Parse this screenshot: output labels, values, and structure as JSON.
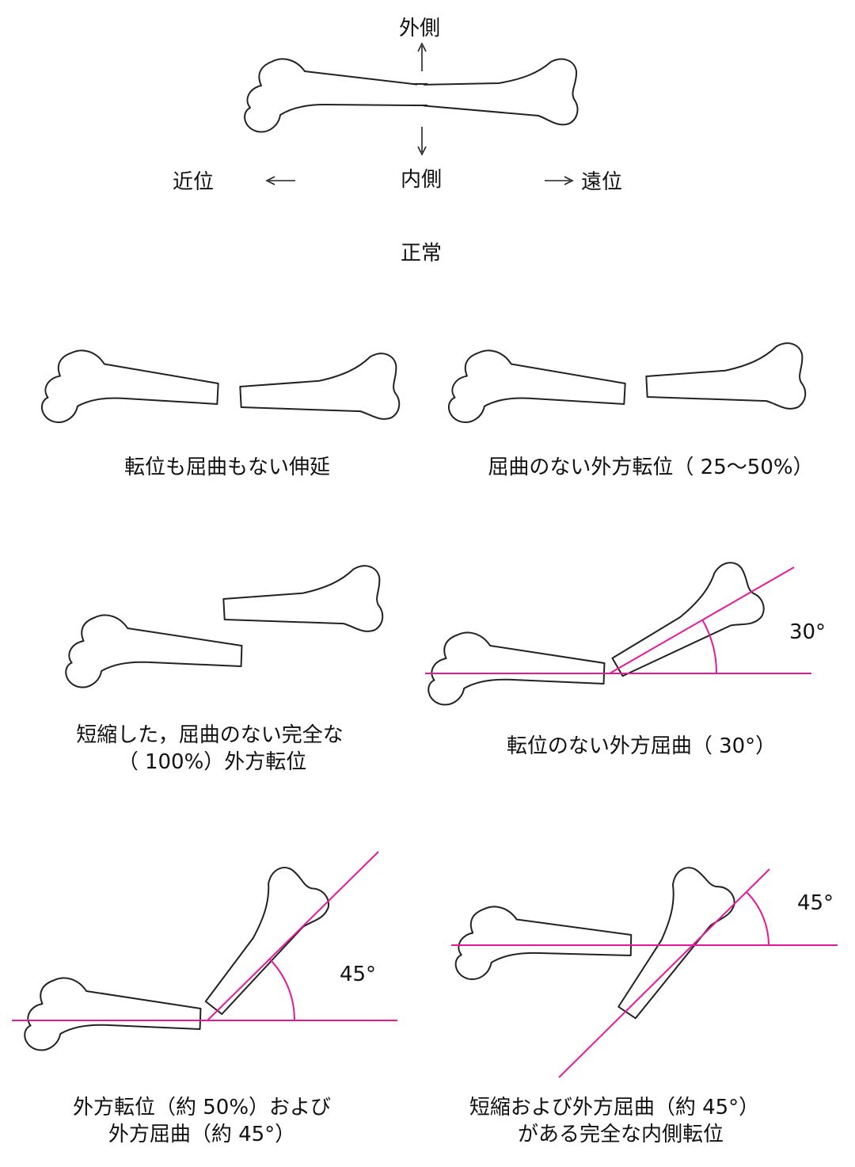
{
  "colors": {
    "reference_line": "#e6199a",
    "outline": "#222222"
  },
  "orientation": {
    "lateral": "外側",
    "medial": "内側",
    "proximal": "近位",
    "distal": "遠位",
    "normal_caption": "正常"
  },
  "panels": [
    {
      "caption_lines": [
        "転位も屈曲もない伸延"
      ]
    },
    {
      "caption_lines": [
        "屈曲のない外方転位（ 25〜50%）"
      ]
    },
    {
      "caption_lines": [
        "短縮した，屈曲のない完全な",
        "（ 100%）外方転位"
      ]
    },
    {
      "caption_lines": [
        "転位のない外方屈曲（ 30°）"
      ],
      "angle_label": "30°"
    },
    {
      "caption_lines": [
        "外方転位（約  50%）および",
        "外方屈曲（約  45°）"
      ],
      "angle_label": "45°"
    },
    {
      "caption_lines": [
        "短縮および外方屈曲（約   45°）",
        "がある完全な内側転位"
      ],
      "angle_label": "45°"
    }
  ]
}
